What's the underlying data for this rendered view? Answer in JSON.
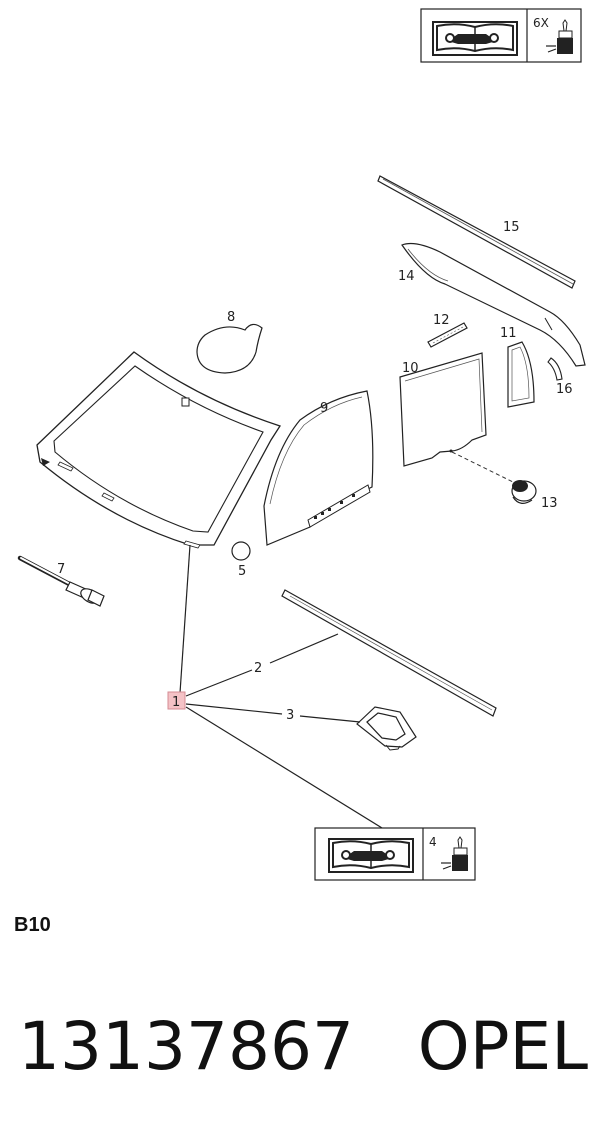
{
  "header_box": {
    "quantity_label": "6X",
    "icons": [
      "repair-manual-icon",
      "adhesive-cartridge-icon"
    ]
  },
  "footer_box": {
    "quantity_label": "4",
    "icons": [
      "repair-manual-icon",
      "adhesive-cartridge-icon"
    ]
  },
  "callouts": {
    "c1": "1",
    "c2": "2",
    "c3": "3",
    "c5": "5",
    "c7": "7",
    "c8": "8",
    "c9": "9",
    "c10": "10",
    "c11": "11",
    "c12": "12",
    "c13": "13",
    "c14": "14",
    "c15": "15",
    "c16": "16"
  },
  "highlight_color": "#f4c2c6",
  "section_code": "B10",
  "part_number": "13137867",
  "brand": "OPEL"
}
